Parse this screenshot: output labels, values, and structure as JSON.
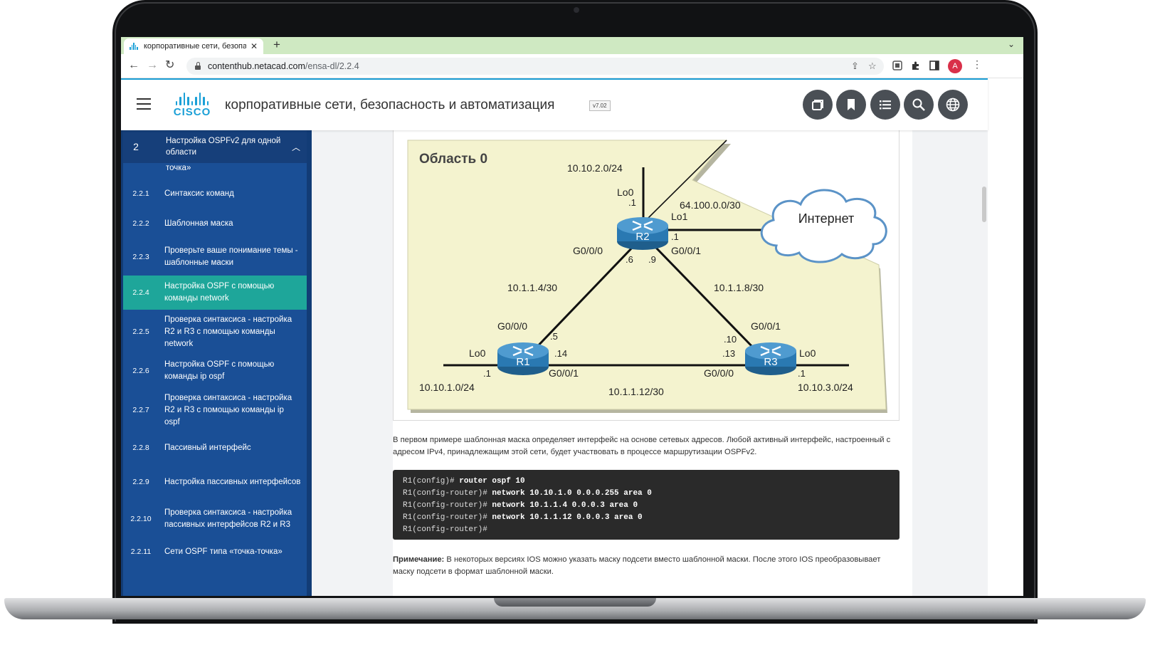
{
  "browser": {
    "tab_title": "корпоративные сети, безопа",
    "new_tab": "+",
    "close": "✕",
    "tab_menu": "⌄",
    "url_host": "contenthub.netacad.com",
    "url_path": "/ensa-dl/2.2.4",
    "profile_initial": "A"
  },
  "header": {
    "logo_text": "CISCO",
    "course_title": "корпоративные сети, безопасность и автоматизация",
    "version": "v7.02"
  },
  "sidebar": {
    "chapter_number": "2",
    "chapter_title": "Настройка OSPFv2 для одной области",
    "prev_tail": "точка»",
    "items": [
      {
        "num": "2.2.1",
        "label": "Синтаксис команд"
      },
      {
        "num": "2.2.2",
        "label": "Шаблонная маска"
      },
      {
        "num": "2.2.3",
        "label": "Проверьте ваше понимание темы - шаблонные маски"
      },
      {
        "num": "2.2.4",
        "label": "Настройка OSPF с помощью команды network"
      },
      {
        "num": "2.2.5",
        "label": "Проверка синтаксиса - настройка R2 и R3 с помощью команды network"
      },
      {
        "num": "2.2.6",
        "label": "Настройка OSPF с помощью команды ip ospf"
      },
      {
        "num": "2.2.7",
        "label": "Проверка синтаксиса - настройка R2 и R3 с помощью команды ip ospf"
      },
      {
        "num": "2.2.8",
        "label": "Пассивный интерфейс"
      },
      {
        "num": "2.2.9",
        "label": "Настройка пассивных интерфейсов"
      },
      {
        "num": "2.2.10",
        "label": "Проверка синтаксиса - настройка пассивных интерфейсов R2 и R3"
      },
      {
        "num": "2.2.11",
        "label": "Сети OSPF типа «точка-точка»"
      }
    ],
    "active_index": 3
  },
  "diagram": {
    "area_label": "Область 0",
    "internet_label": "Интернет",
    "routers": [
      "R1",
      "R2",
      "R3"
    ],
    "labels": {
      "net_r2_lo0": "10.10.2.0/24",
      "r2_lo0": "Lo0",
      "r2_lo0_host": ".1",
      "net_isp": "64.100.0.0/30",
      "r2_lo1": "Lo1",
      "r2_lo1_host": ".1",
      "r2_g000": "G0/0/0",
      "r2_g001": "G0/0/1",
      "r2_g000_host": ".6",
      "r2_g001_host": ".9",
      "net_r1_r2": "10.1.1.4/30",
      "net_r2_r3": "10.1.1.8/30",
      "r1_g000": "G0/0/0",
      "r1_g000_host": ".5",
      "r1_lo0": "Lo0",
      "r1_g001_host": ".14",
      "r1_lo0_host": ".1",
      "r1_g001": "G0/0/1",
      "net_r1_lo0": "10.10.1.0/24",
      "r3_g001": "G0/0/1",
      "r3_g001_host": ".10",
      "r3_g000_host": ".13",
      "r3_lo0": "Lo0",
      "r3_g000": "G0/0/0",
      "r3_lo0_host": ".1",
      "net_r1_r3": "10.1.1.12/30",
      "net_r3_lo0": "10.10.3.0/24"
    }
  },
  "content": {
    "paragraph": "В первом примере шаблонная маска определяет интерфейс на основе сетевых адресов. Любой активный интерфейс, настроенный с адресом IPv4, принадлежащим этой сети, будет участвовать в процессе маршрутизации OSPFv2.",
    "code": [
      {
        "prompt": "R1(config)# ",
        "cmd": "router ospf 10"
      },
      {
        "prompt": "R1(config-router)# ",
        "cmd": "network 10.10.1.0 0.0.0.255 area 0"
      },
      {
        "prompt": "R1(config-router)# ",
        "cmd": "network 10.1.1.4 0.0.0.3 area 0"
      },
      {
        "prompt": "R1(config-router)# ",
        "cmd": "network 10.1.1.12 0.0.0.3 area 0"
      },
      {
        "prompt": "R1(config-router)#",
        "cmd": ""
      }
    ],
    "note_label": "Примечание:",
    "note_text": " В некоторых версиях IOS можно указать маску подсети вместо шаблонной маски. После этого IOS преобразовывает маску подсети в формат шаблонной маски."
  },
  "colors": {
    "accent": "#1ba0d7",
    "sidebar": "#1a4f96",
    "active": "#1ea69a",
    "area_fill": "#f4f3cf"
  }
}
